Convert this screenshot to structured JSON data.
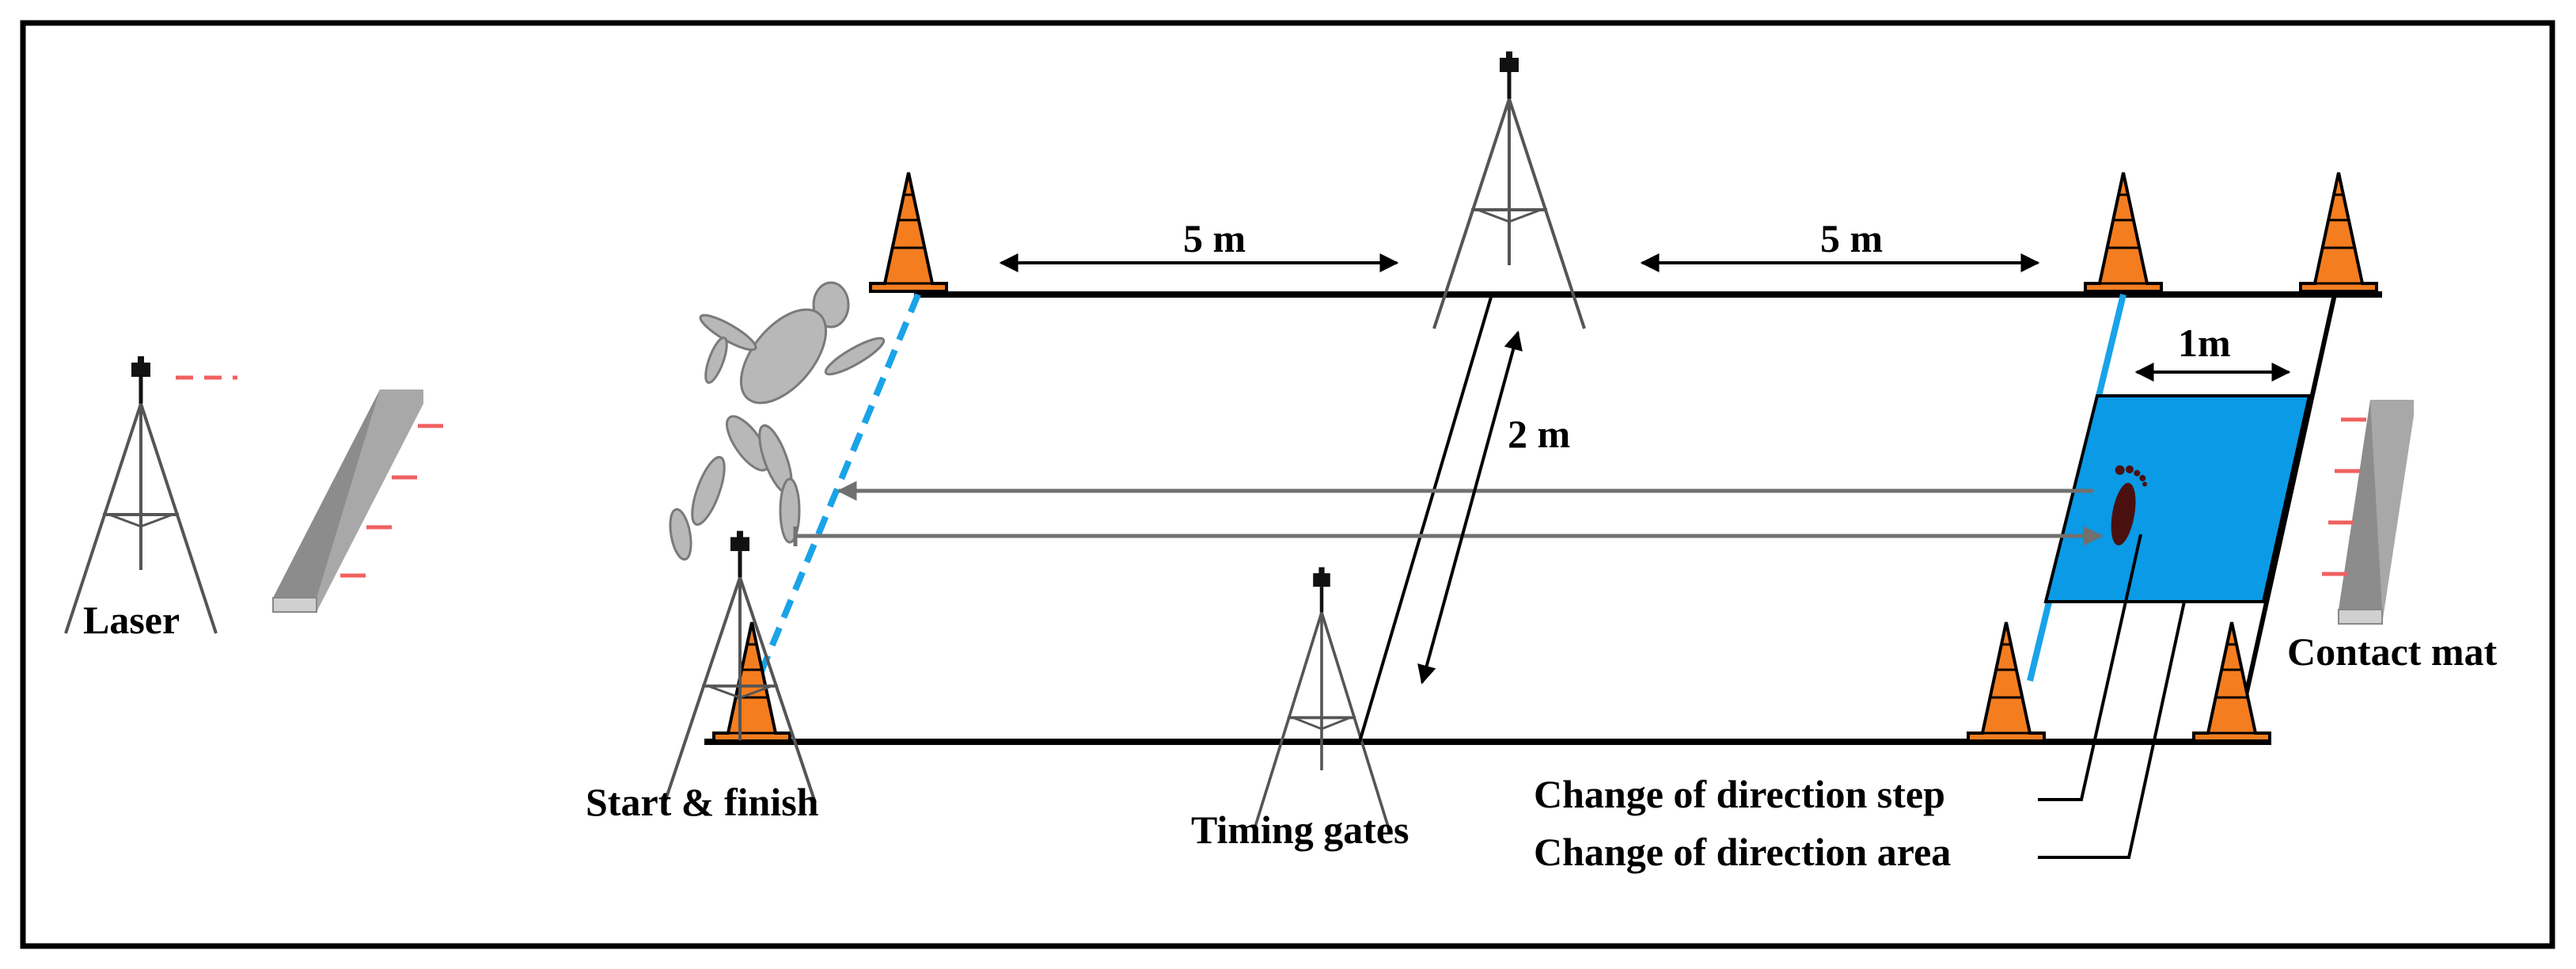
{
  "labels": {
    "laser": "Laser",
    "start_finish": "Start & finish",
    "timing_gates": "Timing gates",
    "change_step": "Change of direction step",
    "change_area": "Change of direction area",
    "contact_mat": "Contact mat"
  },
  "dimensions": {
    "segment_left": "5 m",
    "segment_right": "5 m",
    "width": "2 m",
    "area_size": "1m"
  },
  "colors": {
    "cone": "#f47d20",
    "cone_outline": "#000000",
    "lane_line": "#1aa3e8",
    "contact_area": "#0a9ae6",
    "laser_beam": "#f06060",
    "mat": "#8c8c8c",
    "footprint": "#4a1010",
    "mannequin": "#b8b8b8"
  },
  "icons": [
    "laser-tripod-icon",
    "contact-mat-icon",
    "cone-icon",
    "timing-gate-tripod-icon",
    "runner-mannequin-icon",
    "footprint-icon"
  ]
}
